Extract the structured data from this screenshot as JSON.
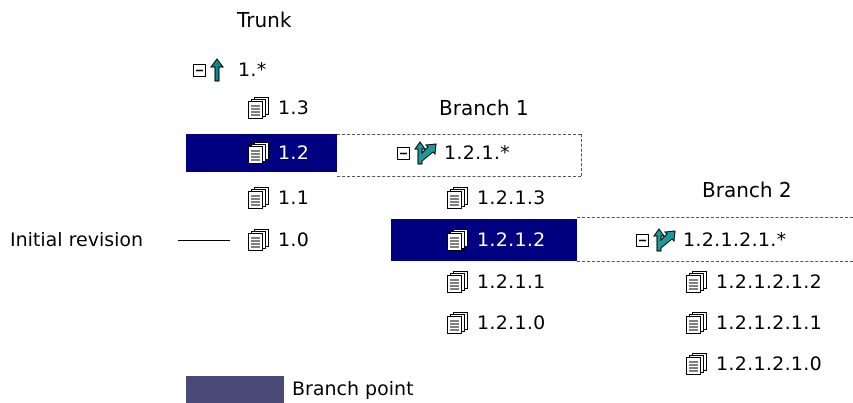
{
  "columns": {
    "trunk": {
      "heading": "Trunk",
      "tip": "1.*",
      "revisions": [
        "1.3",
        "1.2",
        "1.1",
        "1.0"
      ]
    },
    "branch1": {
      "heading": "Branch 1",
      "tip": "1.2.1.*",
      "revisions": [
        "1.2.1.3",
        "1.2.1.2",
        "1.2.1.1",
        "1.2.1.0"
      ]
    },
    "branch2": {
      "heading": "Branch 2",
      "tip": "1.2.1.2.1.*",
      "revisions": [
        "1.2.1.2.1.2",
        "1.2.1.2.1.1",
        "1.2.1.2.1.0"
      ]
    }
  },
  "annotations": {
    "initial_revision": "Initial revision"
  },
  "legend": {
    "branch_point": "Branch point",
    "swatch_color": "#4a4a78"
  },
  "colors": {
    "selection": "#000080",
    "trunk_arrow": "#0f8a8a",
    "branch_arrow": "#1a9a9a"
  },
  "icons": {
    "collapse": "minus-box-icon",
    "trunk": "trunk-up-arrow-icon",
    "branch": "branch-arrow-icon",
    "revision": "document-stack-icon"
  }
}
